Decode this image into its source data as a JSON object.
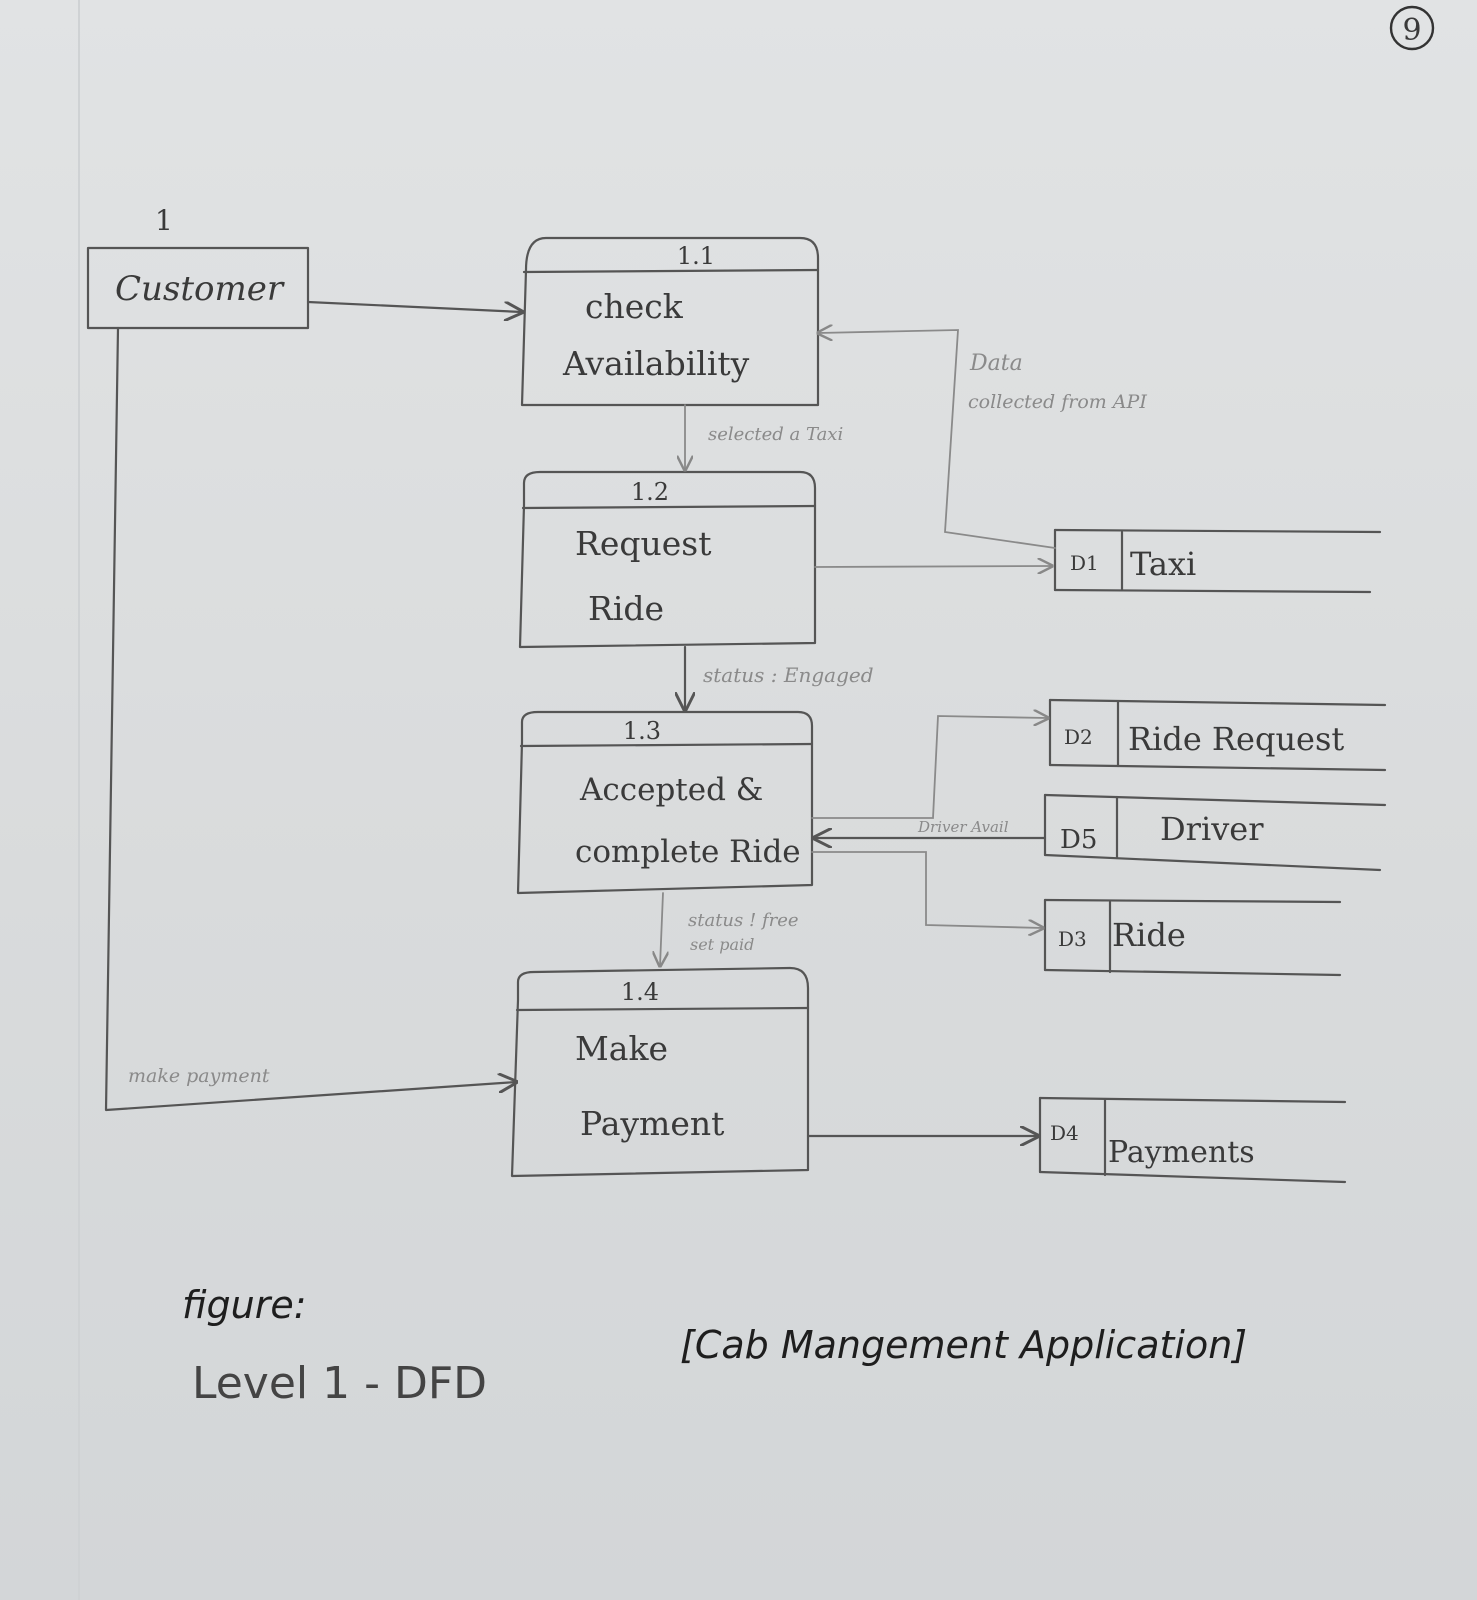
{
  "page_number": "9",
  "external_entity": {
    "id": "1",
    "label": "Customer"
  },
  "processes": [
    {
      "id": "1.1",
      "line1": "check",
      "line2": "Availability"
    },
    {
      "id": "1.2",
      "line1": "Request",
      "line2": "Ride"
    },
    {
      "id": "1.3",
      "line1": "Accepted &",
      "line2": "complete Ride"
    },
    {
      "id": "1.4",
      "line1": "Make",
      "line2": "Payment"
    }
  ],
  "data_stores": [
    {
      "id": "D1",
      "label": "Taxi"
    },
    {
      "id": "D2",
      "label": "Ride Request"
    },
    {
      "id": "D5",
      "label": "Driver"
    },
    {
      "id": "D3",
      "label": "Ride"
    },
    {
      "id": "D4",
      "label": "Payments"
    }
  ],
  "flows": {
    "data_line1": "Data",
    "data_line2": "collected from API",
    "selected_taxi": "selected a Taxi",
    "status_engaged": "status : Engaged",
    "status_free_line1": "status ! free",
    "status_free_line2": "set paid",
    "driver_avail": "Driver Avail",
    "make_payment": "make payment"
  },
  "caption": {
    "figure": "figure:",
    "level": "Level 1 - DFD",
    "title": "[Cab Mangement Application]"
  }
}
